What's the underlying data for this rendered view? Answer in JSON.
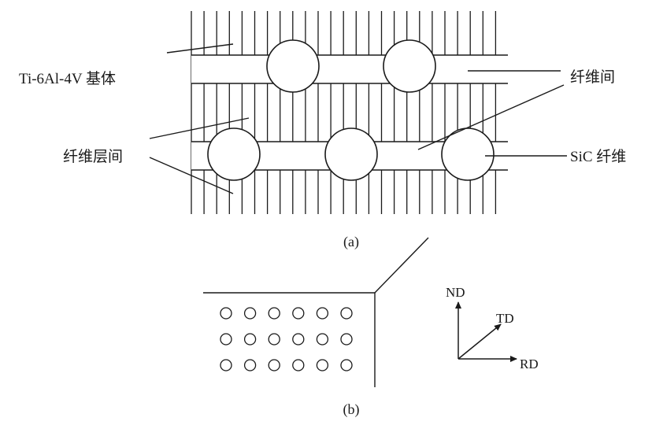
{
  "panel_a": {
    "caption": "(a)",
    "labels": {
      "matrix": "Ti-6Al-4V 基体",
      "fiber_gap": "纤维间",
      "interlayer": "纤维层间",
      "fiber": "SiC 纤维"
    }
  },
  "panel_b": {
    "caption": "(b)",
    "fiber_grid": {
      "rows": 3,
      "columns": 6
    },
    "axes": {
      "normal": "ND",
      "transverse": "TD",
      "rolling": "RD"
    }
  },
  "colors": {
    "line": "#1a1a1a",
    "background": "#ffffff"
  }
}
